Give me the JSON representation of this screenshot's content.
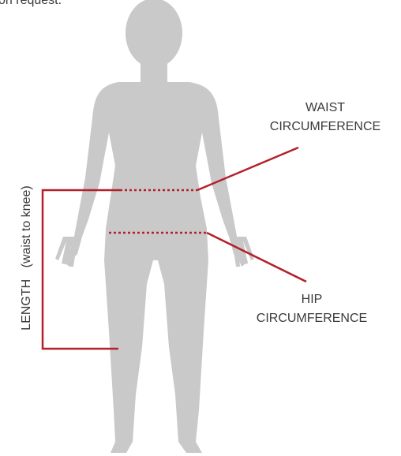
{
  "header_text": "on request.",
  "waist_label": {
    "line1": "WAIST",
    "line2": "CIRCUMFERENCE"
  },
  "hip_label": {
    "line1": "HIP",
    "line2": "CIRCUMFERENCE"
  },
  "length_label": {
    "main": "LENGTH",
    "note": "(waist to knee)"
  },
  "colors": {
    "body": "#c9c9c9",
    "marker": "#b3202a",
    "text": "#3a3a3a"
  }
}
